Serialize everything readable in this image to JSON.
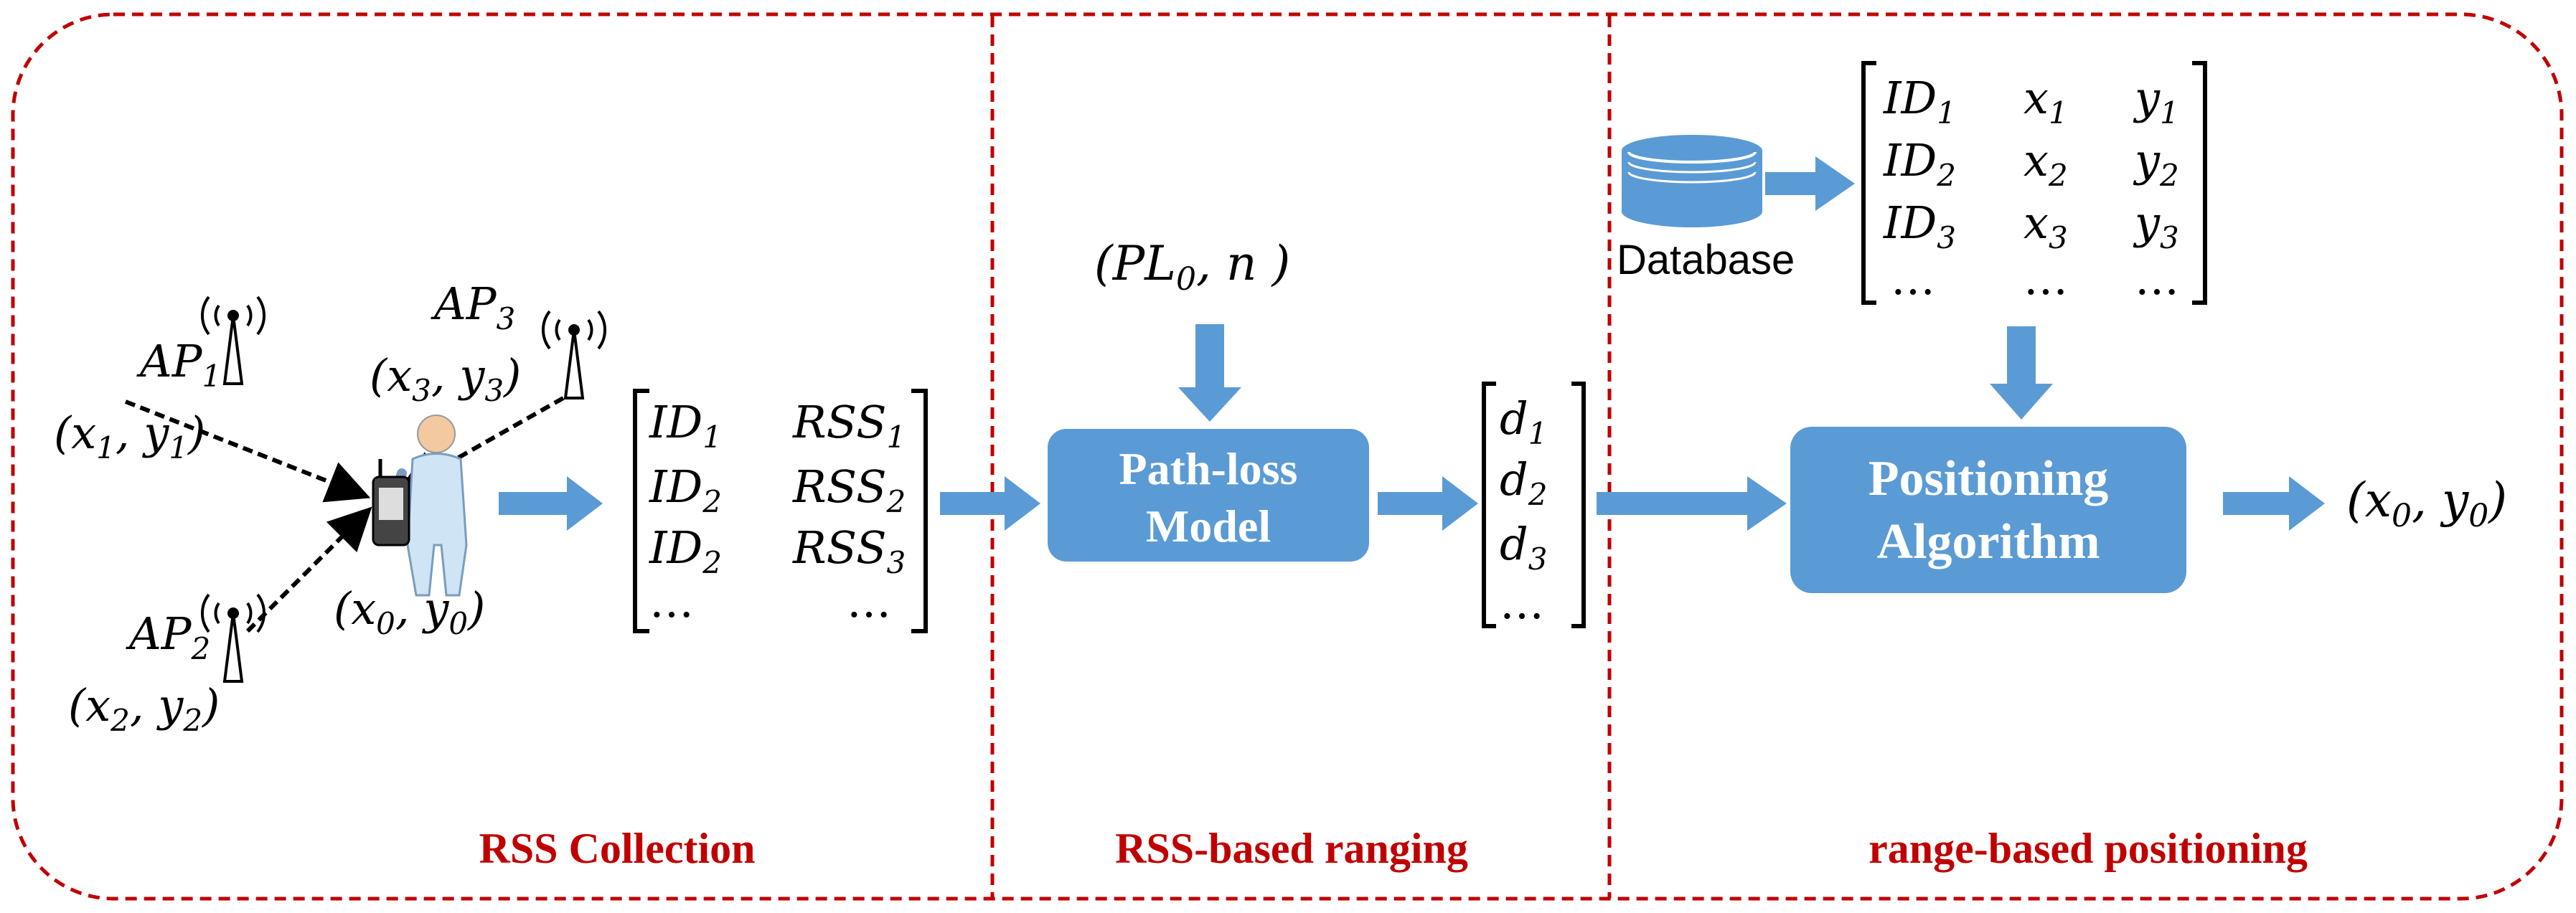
{
  "sections": {
    "collection": "RSS Collection",
    "ranging": "RSS-based ranging",
    "positioning": "range-based positioning"
  },
  "access_points": [
    {
      "name": "AP",
      "sub": "1",
      "coord": [
        "x",
        "1",
        "y",
        "1"
      ]
    },
    {
      "name": "AP",
      "sub": "2",
      "coord": [
        "x",
        "2",
        "y",
        "2"
      ]
    },
    {
      "name": "AP",
      "sub": "3",
      "coord": [
        "x",
        "3",
        "y",
        "3"
      ]
    }
  ],
  "user_coord": [
    "x",
    "0",
    "y",
    "0"
  ],
  "rss_matrix": [
    [
      "ID",
      "1",
      "RSS",
      "1"
    ],
    [
      "ID",
      "2",
      "RSS",
      "2"
    ],
    [
      "ID",
      "2",
      "RSS",
      "3"
    ],
    [
      "…",
      "",
      "…",
      ""
    ]
  ],
  "model_params": {
    "pl": "PL",
    "sub": "0",
    "n": "n"
  },
  "pathloss_box": {
    "line1": "Path-loss",
    "line2": "Model"
  },
  "distance_vector": [
    [
      "d",
      "1"
    ],
    [
      "d",
      "2"
    ],
    [
      "d",
      "3"
    ],
    [
      "…",
      ""
    ]
  ],
  "database": {
    "label": "Database"
  },
  "db_matrix": [
    [
      "ID",
      "1",
      "x",
      "1",
      "y",
      "1"
    ],
    [
      "ID",
      "2",
      "x",
      "2",
      "y",
      "2"
    ],
    [
      "ID",
      "3",
      "x",
      "3",
      "y",
      "3"
    ],
    [
      "…",
      "",
      "…",
      "",
      "…",
      ""
    ]
  ],
  "positioning_box": {
    "line1": "Positioning",
    "line2": "Algorithm"
  },
  "output_coord": [
    "x",
    "0",
    "y",
    "0"
  ],
  "colors": {
    "border": "#c00000",
    "accent": "#5b9bd5",
    "text": "#000000"
  }
}
